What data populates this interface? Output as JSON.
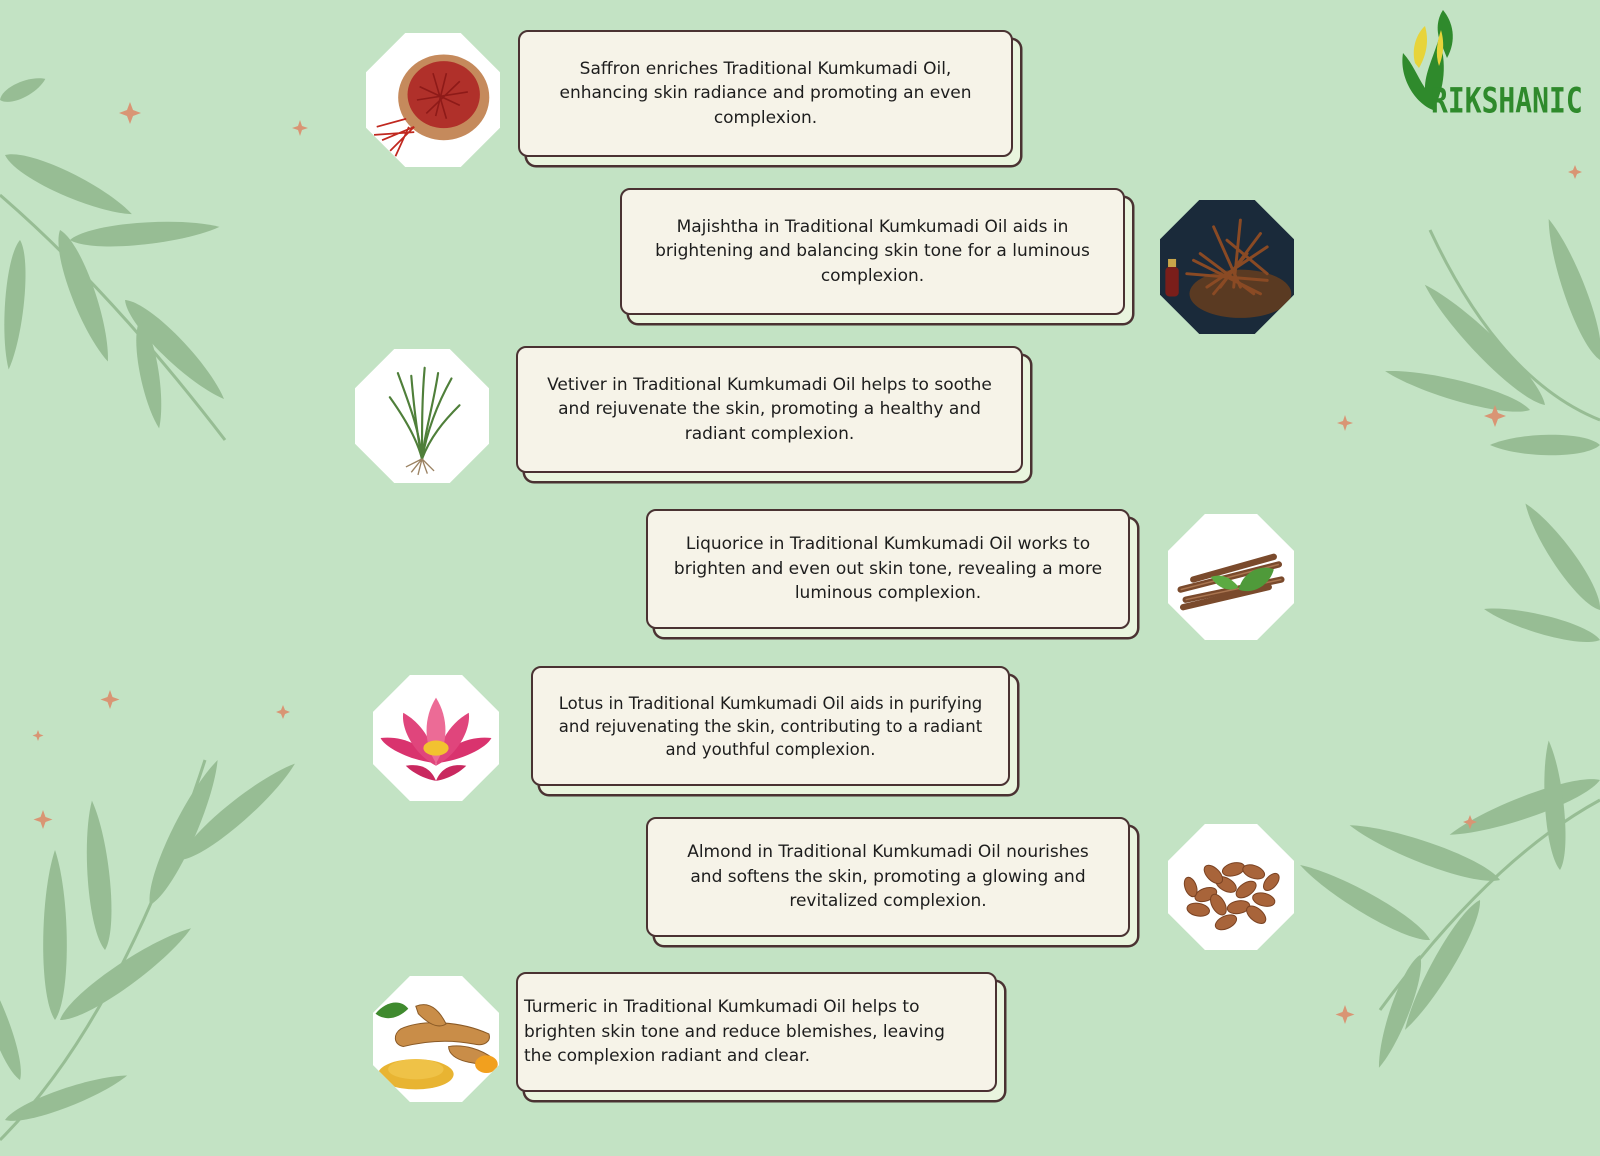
{
  "brand": {
    "name": "RIKSHANIC",
    "colors": {
      "leaf_green": "#2f8a2c",
      "leaf_yellow": "#e7d43a",
      "background": "#c3e3c4",
      "card": "#f6f3e8",
      "border": "#4a3232"
    }
  },
  "ingredients": [
    {
      "name": "Saffron",
      "icon": "saffron-bowl-icon",
      "text": "Saffron enriches Traditional Kumkumadi Oil, enhancing skin radiance and promoting an even complexion."
    },
    {
      "name": "Majishtha",
      "icon": "majishtha-roots-icon",
      "text": "Majishtha in Traditional Kumkumadi Oil aids in brightening and balancing skin tone for a luminous complexion."
    },
    {
      "name": "Vetiver",
      "icon": "vetiver-grass-icon",
      "text": "Vetiver in Traditional Kumkumadi Oil helps to soothe and rejuvenate the skin, promoting a healthy and radiant complexion."
    },
    {
      "name": "Liquorice",
      "icon": "liquorice-sticks-icon",
      "text": "Liquorice in Traditional Kumkumadi Oil works to brighten and even out skin tone, revealing a more luminous complexion."
    },
    {
      "name": "Lotus",
      "icon": "lotus-flower-icon",
      "text": "Lotus in Traditional Kumkumadi Oil aids in purifying and rejuvenating the skin, contributing to a radiant and youthful complexion."
    },
    {
      "name": "Almond",
      "icon": "almonds-icon",
      "text": "Almond in Traditional Kumkumadi Oil nourishes and softens the skin, promoting a glowing and revitalized complexion."
    },
    {
      "name": "Turmeric",
      "icon": "turmeric-roots-icon",
      "text": "Turmeric in Traditional Kumkumadi Oil helps to brighten skin tone and reduce blemishes, leaving the complexion radiant and clear."
    }
  ]
}
